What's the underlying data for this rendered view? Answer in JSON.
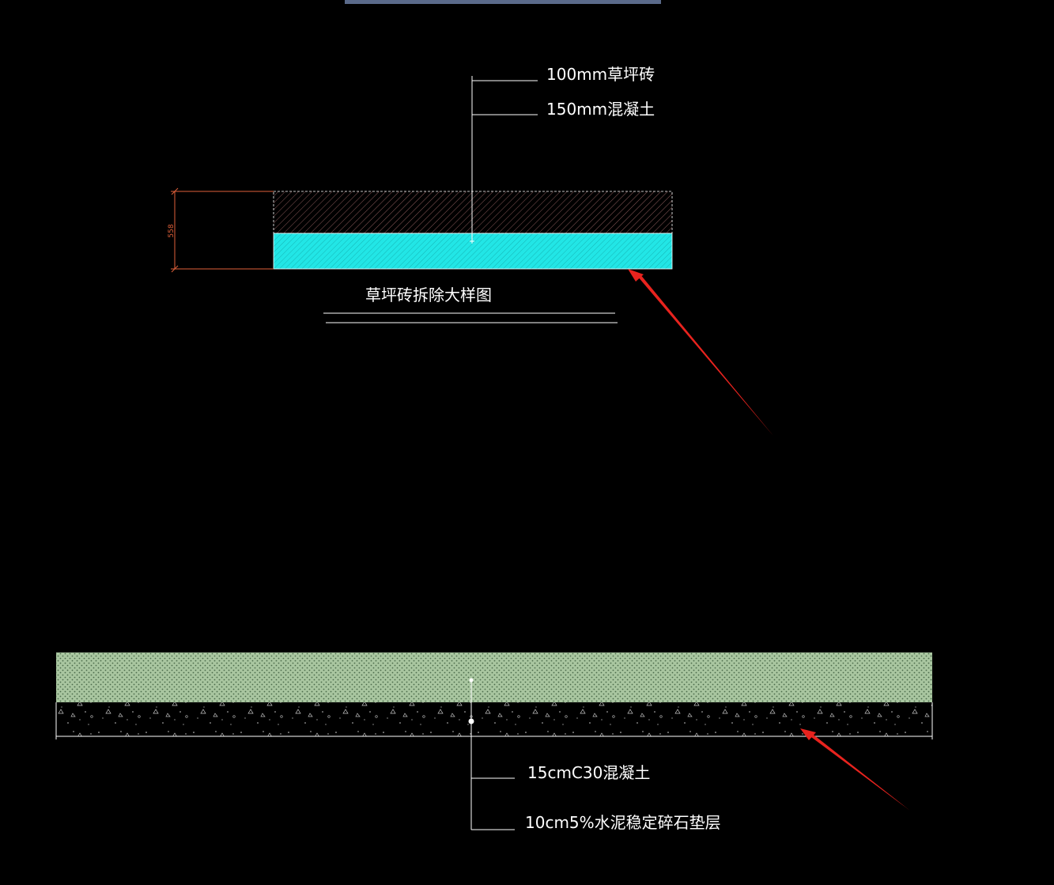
{
  "top_diagram": {
    "label_layer1": "100mm草坪砖",
    "label_layer2": "150mm混凝土",
    "dimension_text": "558",
    "title": "草坪砖拆除大样图"
  },
  "bottom_diagram": {
    "label_layer1": "15cmC30混凝土",
    "label_layer2": "10cm5%水泥稳定碎石垫层"
  },
  "colors": {
    "background": "#000000",
    "line_white": "#ffffff",
    "hatch_brown": "#8a5a5a",
    "cyan_fill": "#22e6e6",
    "dimension_red": "#e0603a",
    "arrow_red": "#e8231e",
    "green_fill": "#a9c6a0",
    "top_bar": "#5a6a8a"
  }
}
